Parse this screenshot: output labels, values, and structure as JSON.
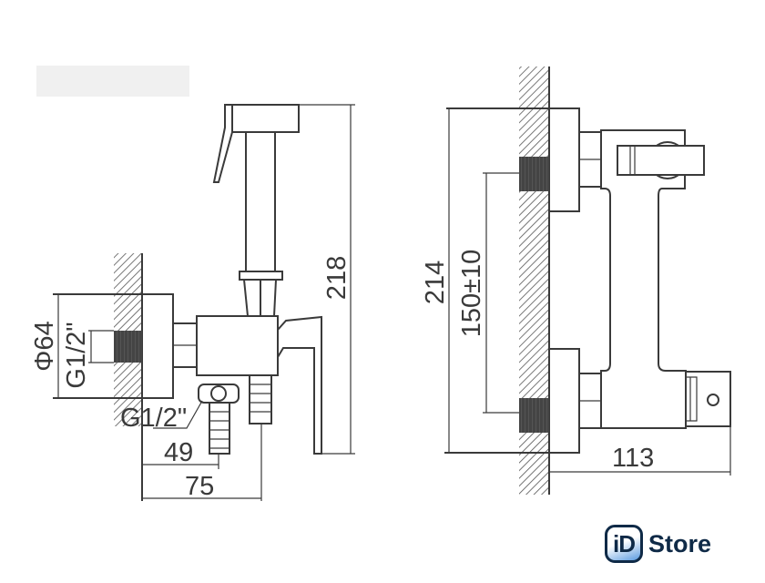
{
  "side_view": {
    "dim_height": "218",
    "dim_plate_diameter": "Φ64",
    "dim_thread": "G1/2\"",
    "dim_outlet_thread": "G1/2\"",
    "dim_outlet_offset": "49",
    "dim_depth": "75"
  },
  "front_view": {
    "dim_height": "214",
    "dim_spacing": "150±10",
    "dim_depth": "113"
  },
  "logo": {
    "mark": "iD",
    "text": "Store"
  },
  "colors": {
    "line": "#3a3a3a",
    "brand": "#0f2a47",
    "brand_accent": "#5b9be0"
  }
}
